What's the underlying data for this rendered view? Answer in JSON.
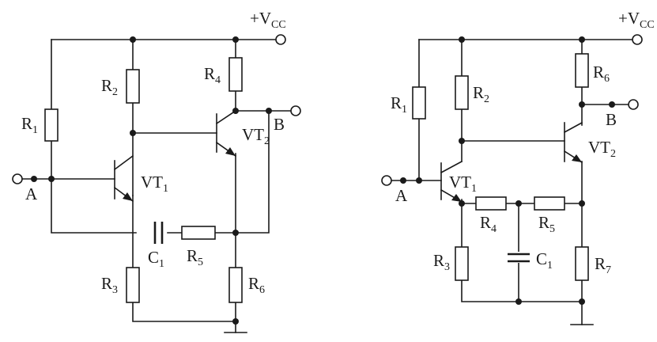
{
  "left_circuit": {
    "supply": {
      "prefix": "+V",
      "sub": "CC"
    },
    "resistors": [
      {
        "main": "R",
        "sub": "1"
      },
      {
        "main": "R",
        "sub": "2"
      },
      {
        "main": "R",
        "sub": "3"
      },
      {
        "main": "R",
        "sub": "4"
      },
      {
        "main": "R",
        "sub": "5"
      },
      {
        "main": "R",
        "sub": "6"
      }
    ],
    "capacitor": {
      "main": "C",
      "sub": "1"
    },
    "transistors": [
      {
        "main": "VT",
        "sub": "1"
      },
      {
        "main": "VT",
        "sub": "2"
      }
    ],
    "terminals": {
      "input": "A",
      "output": "B"
    }
  },
  "right_circuit": {
    "supply": {
      "prefix": "+V",
      "sub": "CC"
    },
    "resistors": [
      {
        "main": "R",
        "sub": "1"
      },
      {
        "main": "R",
        "sub": "2"
      },
      {
        "main": "R",
        "sub": "3"
      },
      {
        "main": "R",
        "sub": "4"
      },
      {
        "main": "R",
        "sub": "5"
      },
      {
        "main": "R",
        "sub": "6"
      },
      {
        "main": "R",
        "sub": "7"
      }
    ],
    "capacitor": {
      "main": "C",
      "sub": "1"
    },
    "transistors": [
      {
        "main": "VT",
        "sub": "1"
      },
      {
        "main": "VT",
        "sub": "2"
      }
    ],
    "terminals": {
      "input": "A",
      "output": "B"
    }
  }
}
